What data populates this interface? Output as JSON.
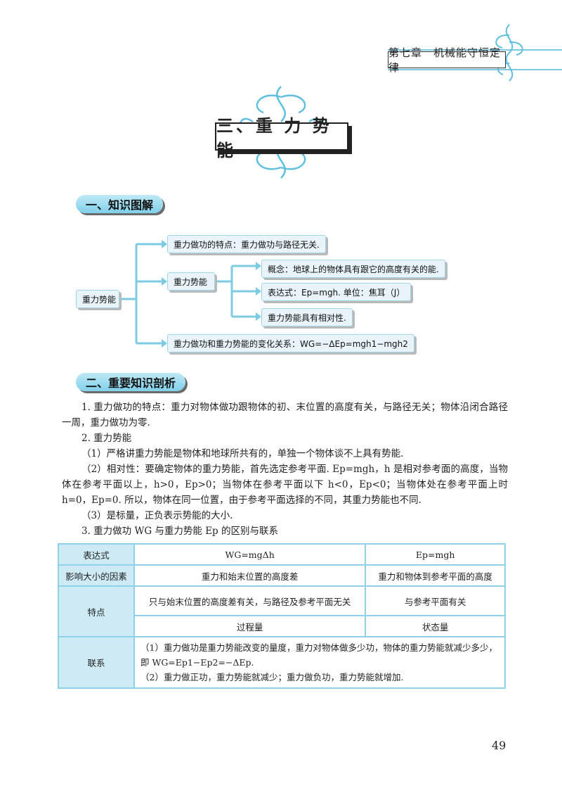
{
  "header": {
    "chapter": "第七章　机械能守恒定律"
  },
  "title": "三、重 力 势 能",
  "sections": {
    "s1": "一、知识图解",
    "s2": "二、重要知识剖析"
  },
  "diagram": {
    "root": "重力势能",
    "b1": "重力做功的特点：重力做功与路径无关.",
    "b2": "重力势能",
    "b2_1": "概念：地球上的物体具有跟它的高度有关的能.",
    "b2_2": "表达式：Ep=mgh. 单位：焦耳（J）",
    "b2_3": "重力势能具有相对性.",
    "b3": "重力做功和重力势能的变化关系：WG=−ΔEp=mgh1−mgh2"
  },
  "body": {
    "p1": "1. 重力做功的特点：重力对物体做功跟物体的初、末位置的高度有关，与路径无关；物体沿闭合路径一周，重力做功为零.",
    "p2": "2. 重力势能",
    "p3": "（1）严格讲重力势能是物体和地球所共有的，单独一个物体谈不上具有势能.",
    "p4": "（2）相对性：要确定物体的重力势能，首先选定参考平面. Ep=mgh，h 是相对参考面的高度，当物体在参考平面以上，h>0，Ep>0；当物体在参考平面以下 h<0，Ep<0；当物体处在参考平面上时 h=0，Ep=0. 所以，物体在同一位置，由于参考平面选择的不同，其重力势能也不同.",
    "p5": "（3）是标量，正负表示势能的大小.",
    "p6": "3. 重力做功 WG 与重力势能 Ep 的区别与联系"
  },
  "table": {
    "r1": {
      "label": "表达式",
      "c1": "WG=mgΔh",
      "c2": "Ep=mgh"
    },
    "r2": {
      "label": "影响大小的因素",
      "c1": "重力和始末位置的高度差",
      "c2": "重力和物体到参考平面的高度"
    },
    "r3": {
      "label": "特点",
      "c1": "只与始末位置的高度差有关，与路径及参考平面无关",
      "c2": "与参考平面有关"
    },
    "r4": {
      "c1": "过程量",
      "c2": "状态量"
    },
    "r5": {
      "label": "联系",
      "l1": "（1）重力做功是重力势能改变的量度，重力对物体做多少功，物体的重力势能就减少多少，即 WG=Ep1−Ep2=−ΔEp.",
      "l2": "（2）重力做正功，重力势能就减少；重力做负功，重力势能就增加."
    }
  },
  "page_number": "49",
  "colors": {
    "accent": "#7dcbe2",
    "box_fill": "#e8f4fa",
    "table_label": "#cdeaf5"
  }
}
